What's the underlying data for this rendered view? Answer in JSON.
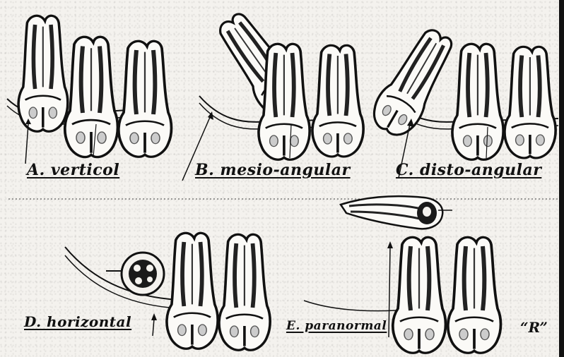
{
  "figure": {
    "labels": {
      "vertical": "A. verticol",
      "mesio_angular": "B. mesio-angular",
      "disto_angular": "C. disto-angular",
      "horizontal": "D. horizontal",
      "paranormal": "E. paranormal"
    },
    "signature": "“R”"
  }
}
